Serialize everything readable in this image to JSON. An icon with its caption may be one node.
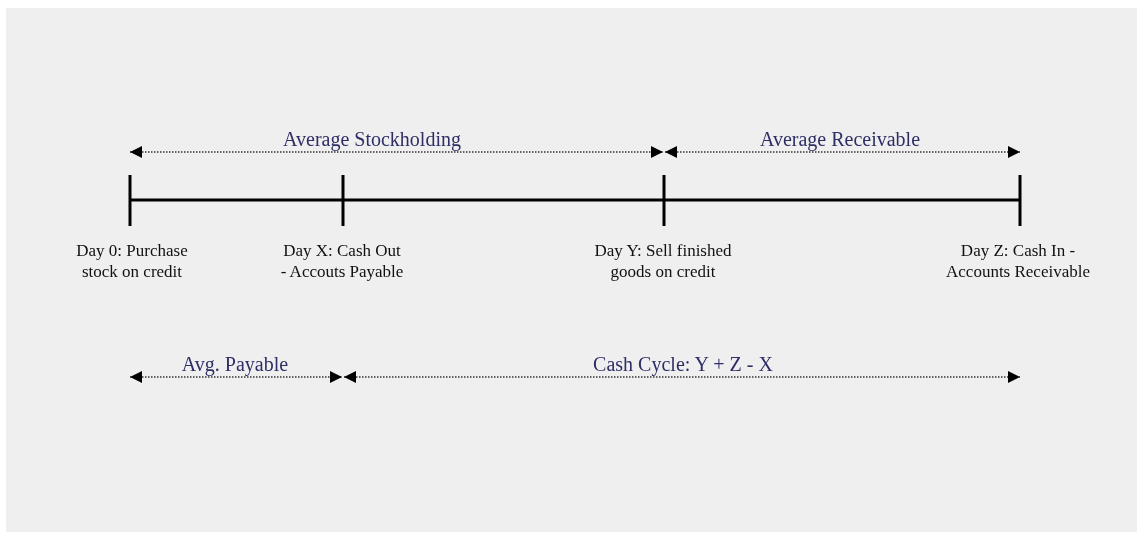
{
  "diagram": {
    "labels": [
      "Average Stockholding",
      "Average Receivable",
      "Day 0: Purchase stock on credit",
      "Day X: Cash Out - Accouts Payable",
      "Day Y: Sell finished goods on credit",
      "Day Z: Cash In - Accounts Receivable",
      "Avg. Payable",
      "Cash Cycle: Y + Z - X"
    ]
  }
}
